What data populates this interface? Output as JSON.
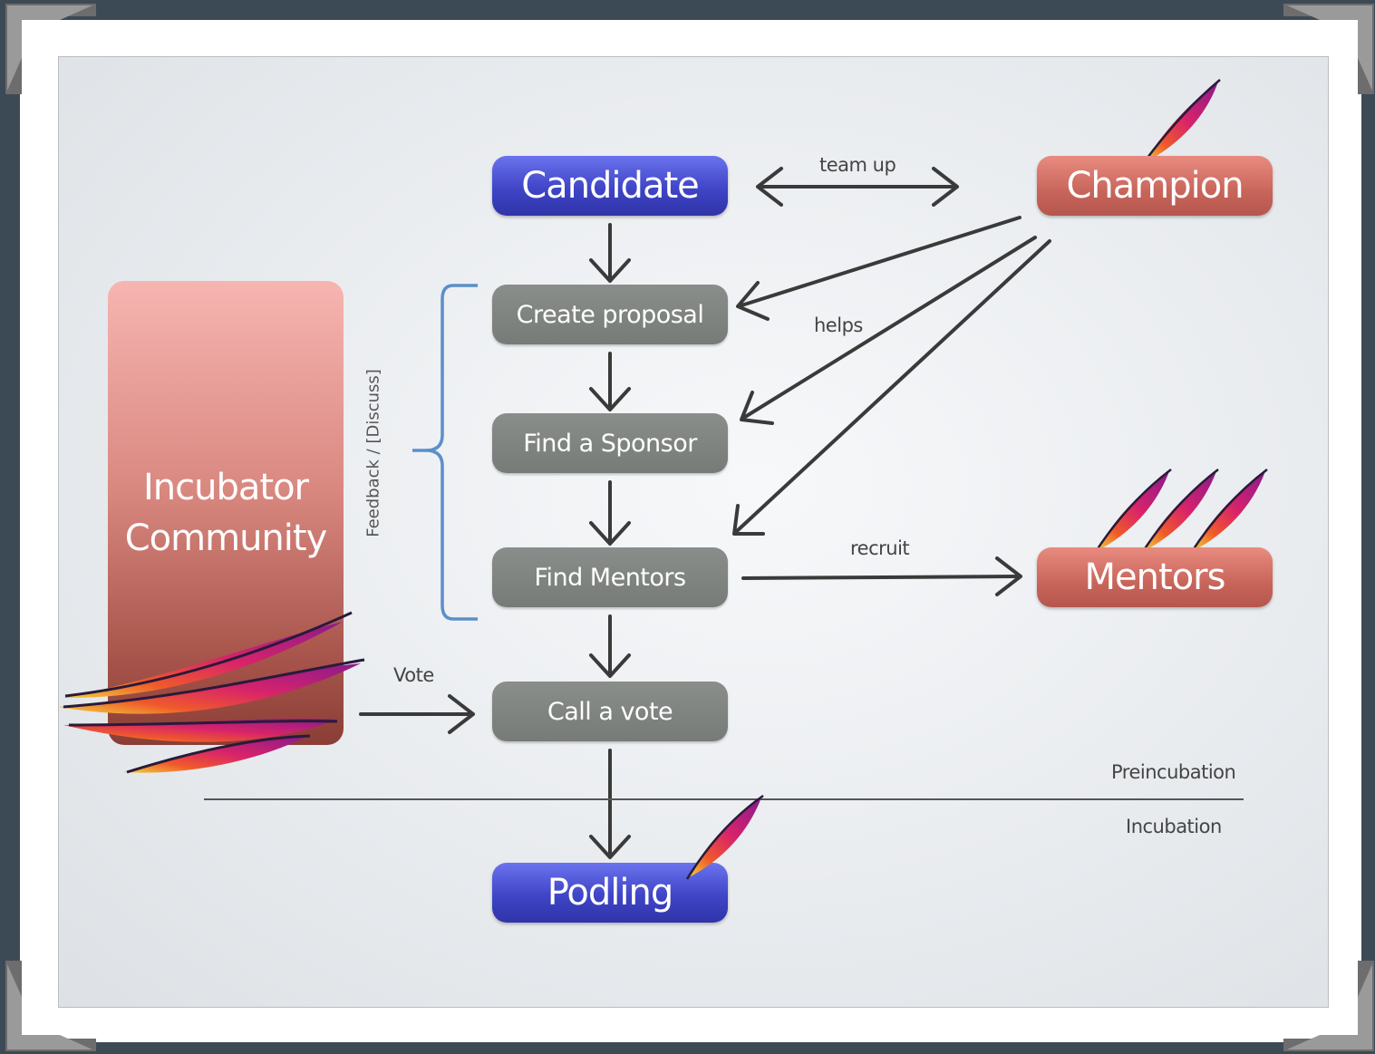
{
  "nodes": {
    "candidate": "Candidate",
    "create_proposal": "Create proposal",
    "find_sponsor": "Find a Sponsor",
    "find_mentors": "Find Mentors",
    "call_vote": "Call a vote",
    "podling": "Podling",
    "champion": "Champion",
    "mentors": "Mentors",
    "community_line1": "Incubator",
    "community_line2": "Community"
  },
  "edge_labels": {
    "team_up": "team up",
    "helps": "helps",
    "recruit": "recruit",
    "vote": "Vote",
    "feedback": "Feedback / [Discuss]"
  },
  "phases": {
    "pre": "Preincubation",
    "post": "Incubation"
  },
  "colors": {
    "blue_node": "#4a50d4",
    "gray_node": "#808481",
    "red_node": "#d47268",
    "bracket": "#5b8fc9",
    "arrow": "#3a3a3a"
  },
  "icons": [
    "feather-icon"
  ]
}
